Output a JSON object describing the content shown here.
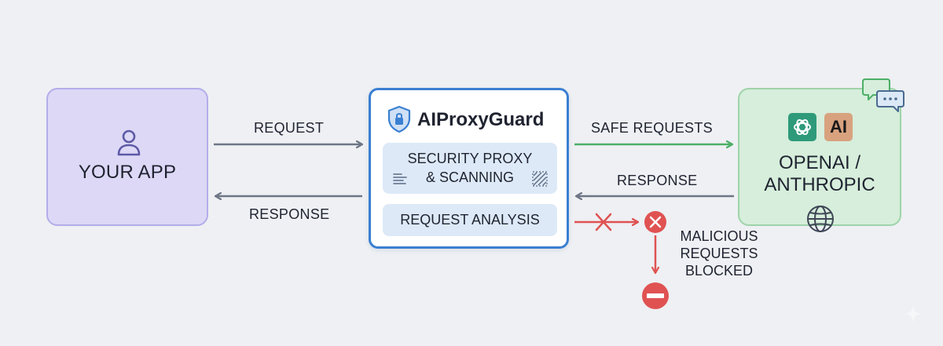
{
  "nodes": {
    "app": {
      "label": "YOUR APP"
    },
    "proxy": {
      "title": "AIProxyGuard",
      "panel_security": {
        "line1": "SECURITY PROXY",
        "line2": "& SCANNING"
      },
      "panel_analysis": "REQUEST ANALYSIS"
    },
    "provider": {
      "line1": "OPENAI /",
      "line2": "ANTHROPIC",
      "anthropic_logo_text": "AI"
    }
  },
  "edges": {
    "app_to_proxy": "REQUEST",
    "proxy_to_app": "RESPONSE",
    "proxy_to_provider": "SAFE REQUESTS",
    "provider_to_proxy": "RESPONSE",
    "blocked": [
      "MALICIOUS",
      "REQUESTS",
      "BLOCKED"
    ]
  },
  "colors": {
    "app_fill": "#dcd8f6",
    "proxy_border": "#3a7fd2",
    "provider_fill": "#d6eedb",
    "safe_arrow": "#4caf67",
    "neutral_arrow": "#6e7686",
    "block_red": "#e05252"
  },
  "icons": [
    "user-icon",
    "shield-lock-icon",
    "list-icon",
    "hatch-icon",
    "openai-icon",
    "anthropic-icon",
    "globe-icon",
    "chat-bubbles-icon",
    "close-circle-icon",
    "no-entry-icon"
  ]
}
